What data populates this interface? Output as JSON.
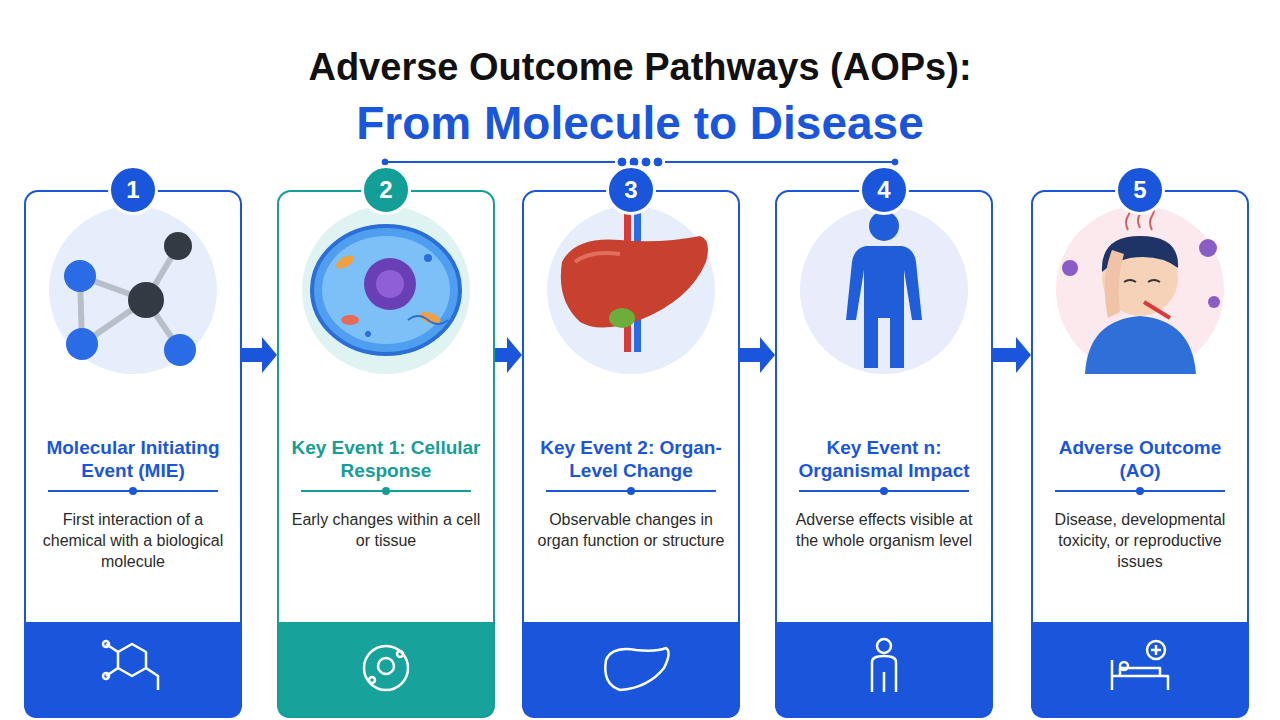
{
  "diagram": {
    "title": "Adverse Outcome Pathways (AOPs):",
    "nodes": [
      {
        "text": [
          "Molecular Initiating Event (MIE)",
          "First interaction of a chemical with a biological molecule"
        ]
      },
      {
        "text": [
          "Key Event 1: Cellular Response",
          "Early changes within a cell or tissue"
        ]
      },
      {
        "text": [
          "Key Event 2: Organ-Level Change",
          "Observable changes in organ function or structure"
        ]
      },
      {
        "text": [
          "Key Event n: Organismal Impact",
          "Adverse effects visible at the whole organism level"
        ]
      },
      {
        "text": [
          "Adverse Outcome (AO)",
          "Disease, developmental toxicity, or reproductive issues"
        ]
      }
    ],
    "edges": [
      {
        "from": 0,
        "to": 1,
        "arrow": "to"
      },
      {
        "from": 1,
        "to": 2,
        "arrow": "to"
      },
      {
        "from": 2,
        "to": 3,
        "arrow": "to"
      },
      {
        "from": 3,
        "to": 4,
        "arrow": "to"
      }
    ],
    "labels": [
      "From Molecule to Disease",
      "1",
      "2",
      "3",
      "4",
      "5"
    ]
  }
}
